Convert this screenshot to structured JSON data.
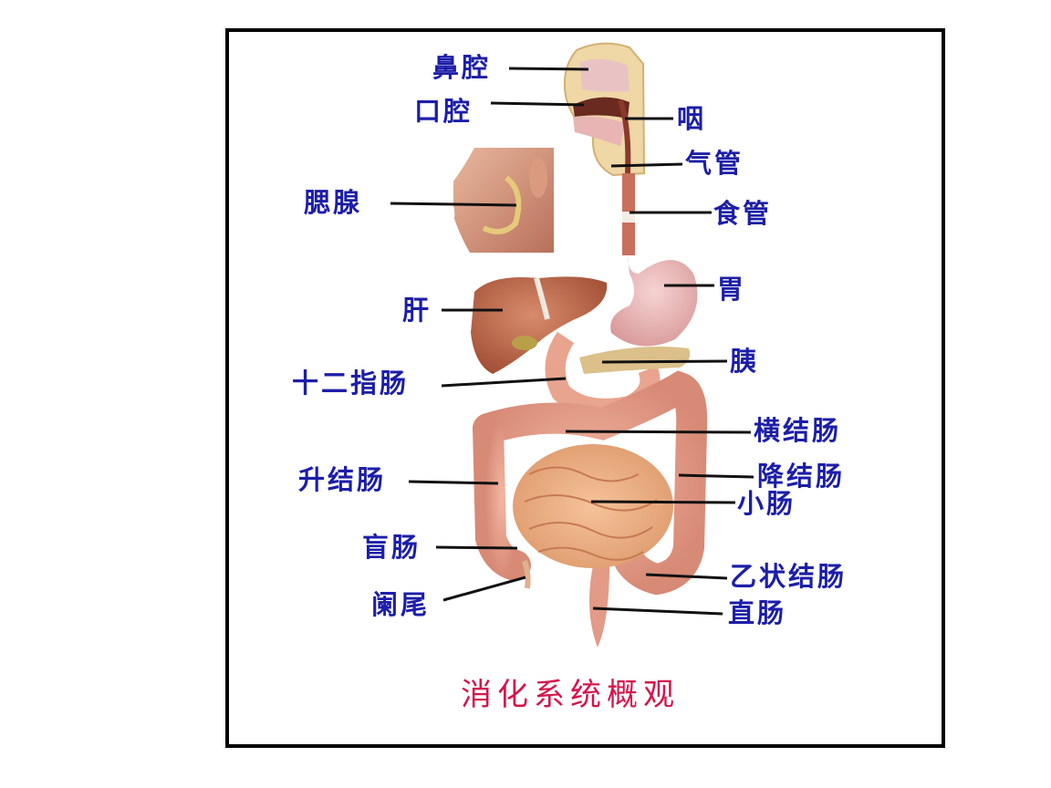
{
  "diagram": {
    "title": "消化系统概观",
    "colors": {
      "label": "#1c1ea8",
      "title": "#d4154b",
      "frame": "#000000",
      "leader_line": "#111111"
    },
    "labels_left": [
      {
        "id": "nasal-cavity",
        "text": "鼻腔"
      },
      {
        "id": "oral-cavity",
        "text": "口腔"
      },
      {
        "id": "parotid-gland",
        "text": "腮腺"
      },
      {
        "id": "liver",
        "text": "肝"
      },
      {
        "id": "duodenum",
        "text": "十二指肠"
      },
      {
        "id": "ascending-colon",
        "text": "升结肠"
      },
      {
        "id": "cecum",
        "text": "盲肠"
      },
      {
        "id": "appendix",
        "text": "阑尾"
      }
    ],
    "labels_right": [
      {
        "id": "pharynx",
        "text": "咽"
      },
      {
        "id": "trachea",
        "text": "气管"
      },
      {
        "id": "esophagus",
        "text": "食管"
      },
      {
        "id": "stomach",
        "text": "胃"
      },
      {
        "id": "pancreas",
        "text": "胰"
      },
      {
        "id": "transverse-colon",
        "text": "横结肠"
      },
      {
        "id": "descending-colon",
        "text": "降结肠"
      },
      {
        "id": "small-intestine",
        "text": "小肠"
      },
      {
        "id": "sigmoid-colon",
        "text": "乙状结肠"
      },
      {
        "id": "rectum",
        "text": "直肠"
      }
    ]
  }
}
